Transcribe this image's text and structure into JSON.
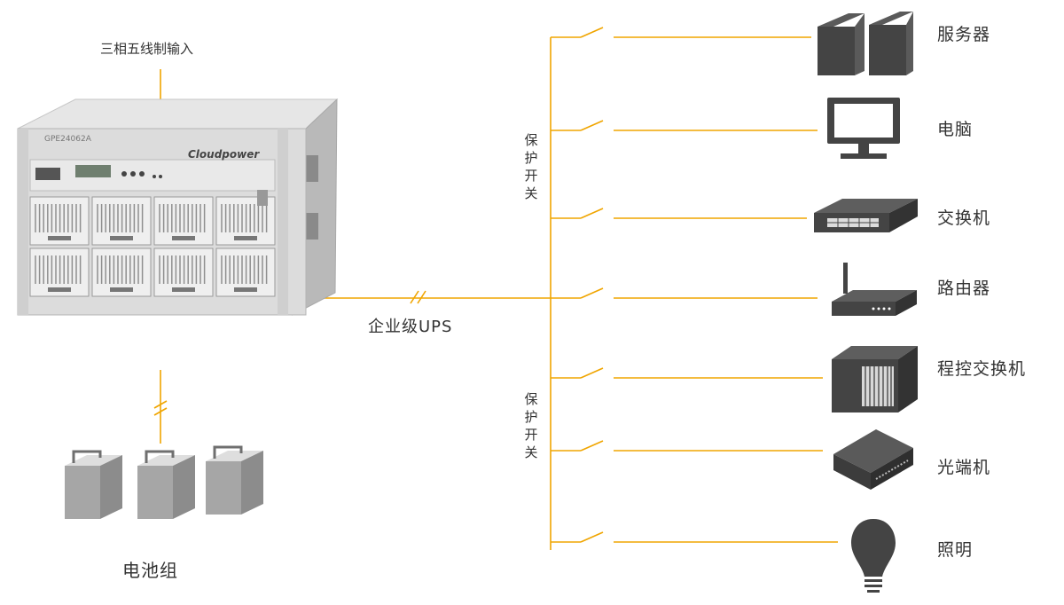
{
  "labels": {
    "input": "三相五线制输入",
    "ups": "企业级UPS",
    "battery": "电池组",
    "ups_brand": "Cloudpower",
    "ups_model": "GPE24062A"
  },
  "switch_group_1": [
    "保",
    "护",
    "开",
    "关"
  ],
  "switch_group_2": [
    "保",
    "护",
    "开",
    "关"
  ],
  "devices": [
    {
      "label": "服务器",
      "icon": "server-icon"
    },
    {
      "label": "电脑",
      "icon": "monitor-icon"
    },
    {
      "label": "交换机",
      "icon": "switch-icon"
    },
    {
      "label": "路由器",
      "icon": "router-icon"
    },
    {
      "label": "程控交换机",
      "icon": "pbx-icon"
    },
    {
      "label": "光端机",
      "icon": "optical-terminal-icon"
    },
    {
      "label": "照明",
      "icon": "light-bulb-icon"
    }
  ],
  "colors": {
    "wire": "#f0a500",
    "device": "#444444",
    "battery": "#a6a6a6",
    "text": "#333333"
  }
}
